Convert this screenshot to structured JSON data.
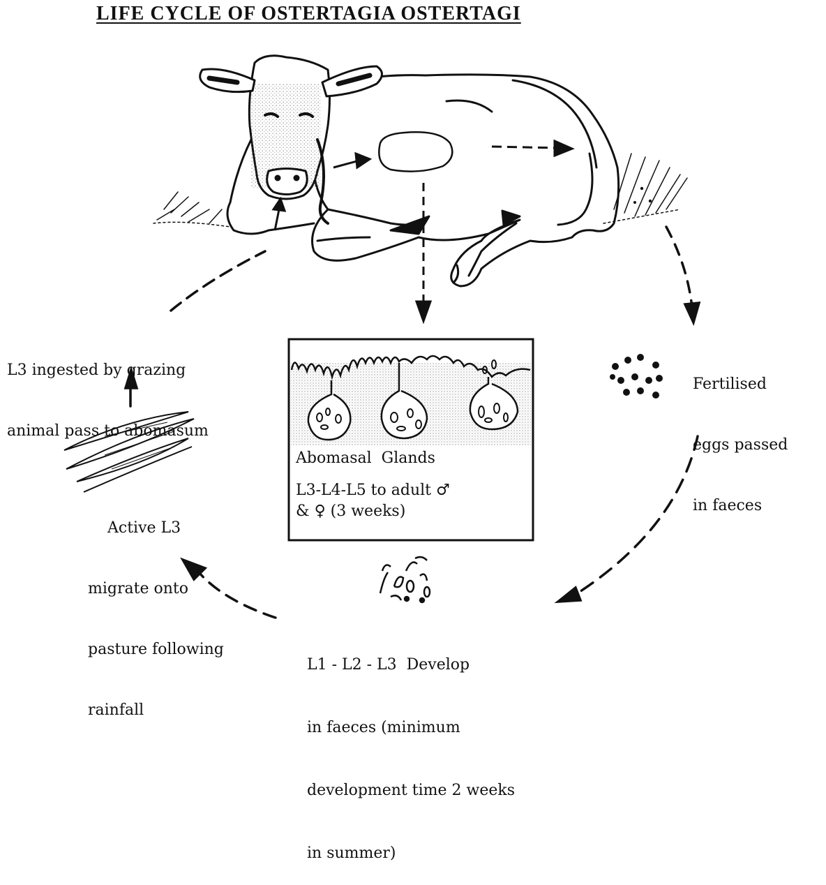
{
  "title": "LIFE CYCLE OF OSTERTAGIA OSTERTAGI",
  "labels": {
    "ingested": [
      "L3 ingested by grazing",
      "animal pass to abomasum"
    ],
    "eggs": [
      "Fertilised",
      "eggs passed",
      "in faeces"
    ],
    "active": [
      "Active L3",
      "migrate onto",
      "pasture following",
      "rainfall"
    ],
    "develop": [
      "L1 - L2 - L3  Develop",
      "in faeces (minimum",
      "development time 2 weeks",
      "in summer)"
    ],
    "glands_title": "Abomasal  Glands",
    "glands_line1": "L3-L4-L5 to adult ♂",
    "glands_line2": "& ♀ (3 weeks)"
  }
}
